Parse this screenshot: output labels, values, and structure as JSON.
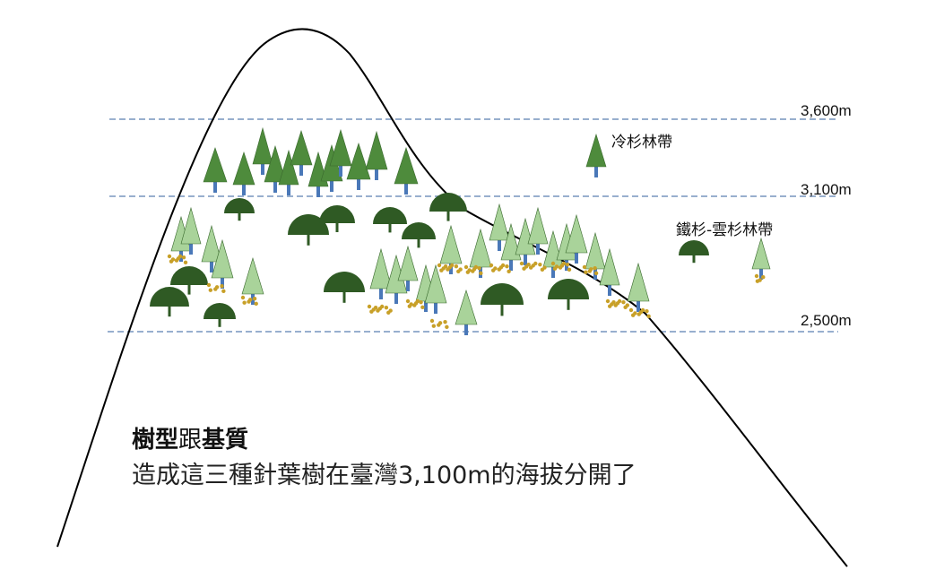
{
  "elevation_labels": {
    "top": "3,600m",
    "middle": "3,100m",
    "bottom": "2,500m"
  },
  "zone_labels": {
    "fir_forest": "冷杉林帶",
    "hemlock_spruce_forest": "鐵杉-雲杉林帶"
  },
  "caption": {
    "title_part1": "樹型",
    "title_part2": "跟",
    "title_part3": "基質",
    "body": "造成這三種針葉樹在臺灣3,100m的海拔分開了"
  },
  "colors": {
    "mountain_outline": "#000000",
    "elevation_line": "#5b7fb0",
    "fir_tree": "#4e8b3c",
    "hemlock_tree": "#a9d39a",
    "spruce_crown": "#2f5a24",
    "trunk": "#4a78b8",
    "litter_dots": "#c8a028"
  }
}
